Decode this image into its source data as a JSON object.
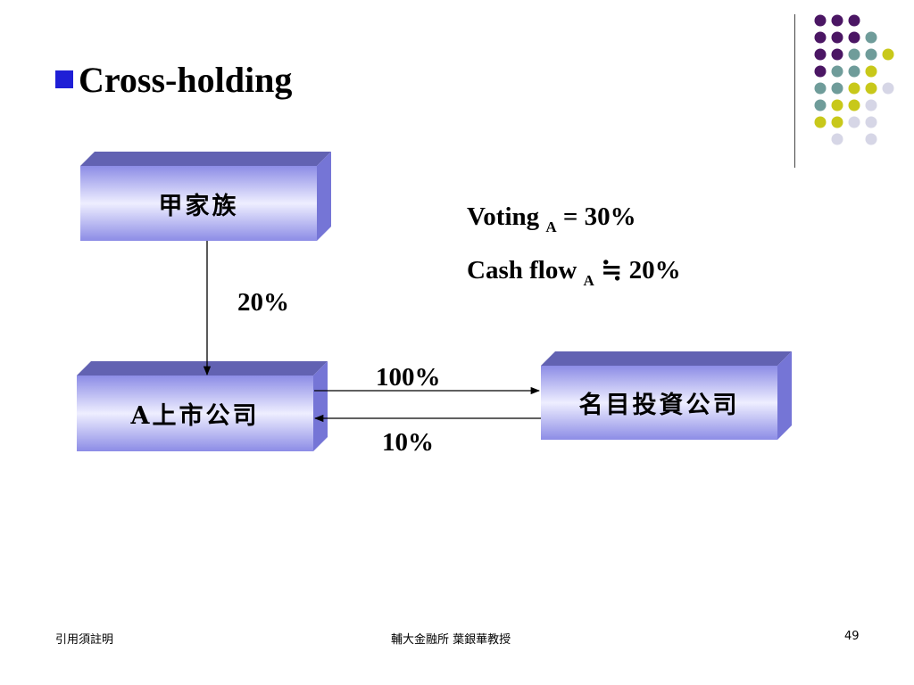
{
  "slide": {
    "title": "Cross-holding",
    "page_number": "49"
  },
  "diagram": {
    "family_box": "甲家族",
    "listed_company_box": "A上市公司",
    "nominee_company_box": "名目投資公司",
    "edge_family_to_listed": "20%",
    "edge_listed_to_nominee": "100%",
    "edge_nominee_to_listed": "10%"
  },
  "formulas": {
    "voting_label": "Voting",
    "voting_sub": "A",
    "voting_value": "= 30%",
    "cashflow_label": "Cash flow",
    "cashflow_sub": "A",
    "cashflow_value": "≒ 20%"
  },
  "footer": {
    "left": "引用須註明",
    "center": "輔大金融所 葉銀華教授"
  },
  "colors": {
    "bullet": "#1f1fd6",
    "box_light": "#eeeeff",
    "box_mid": "#8c8ce6",
    "box_top": "#6262b2",
    "box_side": "#7575d6",
    "dot_purple": "#4b1664",
    "dot_teal": "#6f9c9a",
    "dot_yellow": "#c8c81a",
    "dot_lavender": "#d6d6e6"
  }
}
